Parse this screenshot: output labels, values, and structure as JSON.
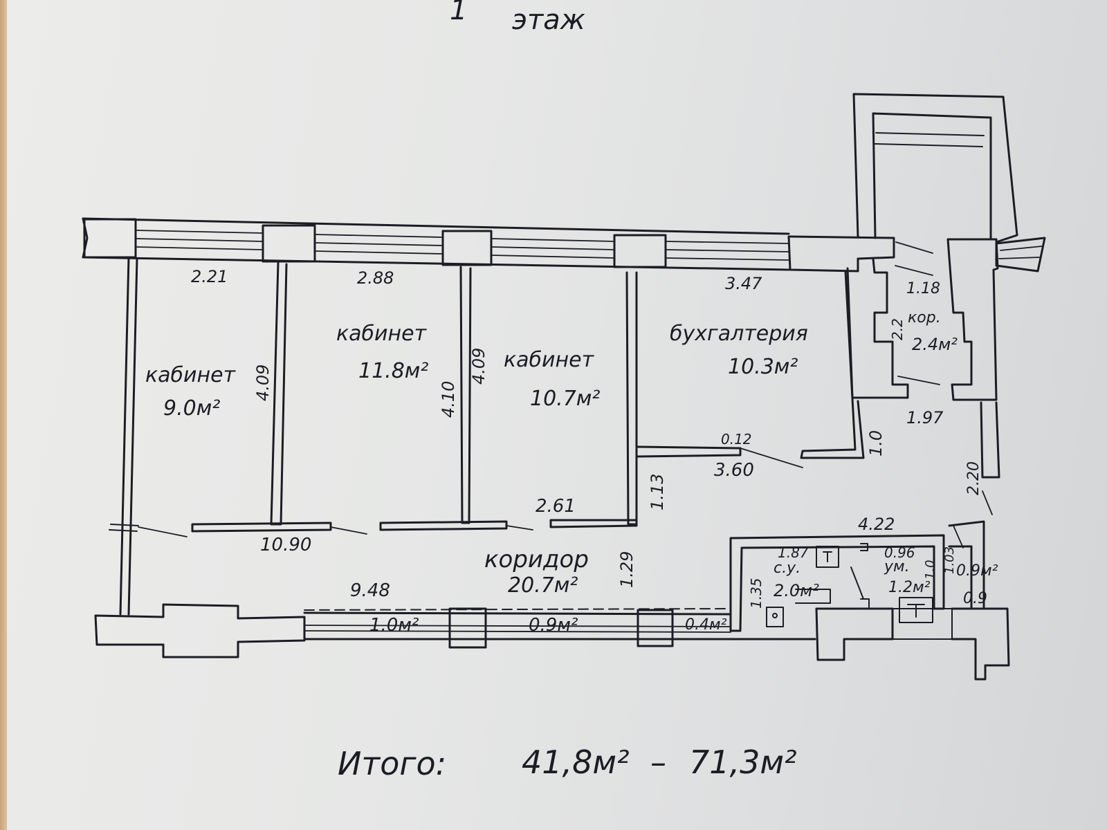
{
  "floor_title": "этаж",
  "floor_number": "1",
  "rooms": [
    {
      "name": "кабинет",
      "area": "9.0м²"
    },
    {
      "name": "кабинет",
      "area": "11.8м²"
    },
    {
      "name": "кабинет",
      "area": "10.7м²"
    },
    {
      "name": "бухгалтерия",
      "area": "10.3м²"
    },
    {
      "name": "кор.",
      "area": "2.4м²"
    },
    {
      "name": "коридор",
      "area": "20.7м²"
    },
    {
      "name": "с.у.",
      "area": "2.0м²"
    },
    {
      "name": "ум.",
      "area": "1.2м²"
    },
    {
      "name": "",
      "area": "0.9м²"
    }
  ],
  "window_areas": [
    "1.0м²",
    "0.9м²",
    "0.4м²"
  ],
  "dimensions": {
    "d221": "2.21",
    "d288": "2.88",
    "d347": "3.47",
    "d118": "1.18",
    "d409a": "4.09",
    "d410": "4.10",
    "d409b": "4.09",
    "d22": "2.2",
    "d197": "1.97",
    "d10": "1.0",
    "d012": "0.12",
    "d360": "3.60",
    "d113": "1.13",
    "d220": "2.20",
    "d261": "2.61",
    "d1090": "10.90",
    "d422": "4.22",
    "d187": "1.87",
    "d096": "0.96",
    "d129": "1.29",
    "d948": "9.48",
    "d135": "1.35",
    "d103": "1.03",
    "d09": "0.9",
    "d10b": "1.0"
  },
  "total_label": "Итого:",
  "total_value_1": "41,8м²",
  "total_separator": "–",
  "total_value_2": "71,3м²"
}
